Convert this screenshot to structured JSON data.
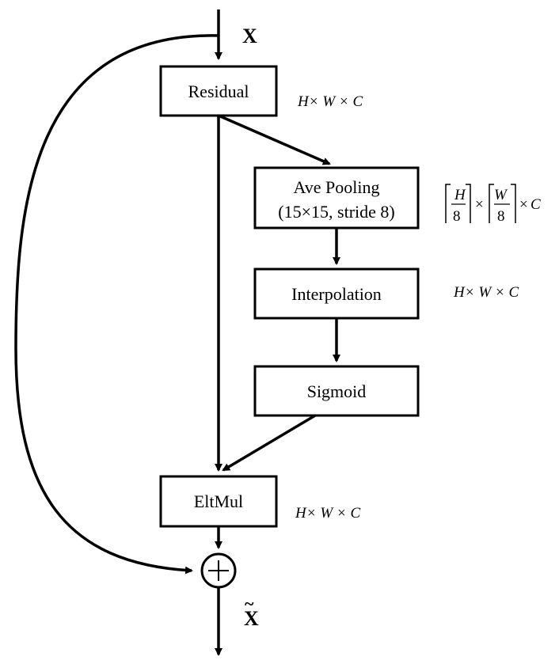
{
  "inputs": {
    "x_label": "X",
    "x_out_label": "X",
    "x_out_accent": "~"
  },
  "nodes": {
    "residual": "Residual",
    "ave_pooling_line1": "Ave Pooling",
    "ave_pooling_line2": "(15×15, stride 8)",
    "interpolation": "Interpolation",
    "sigmoid": "Sigmoid",
    "eltmul": "EltMul",
    "add_symbol": "+"
  },
  "dims": {
    "full": {
      "h": "H",
      "times": "×",
      "w": "W",
      "c": "C"
    },
    "pooled": {
      "h": "H",
      "w": "W",
      "denominator": "8",
      "times": "×",
      "c": "C"
    }
  }
}
